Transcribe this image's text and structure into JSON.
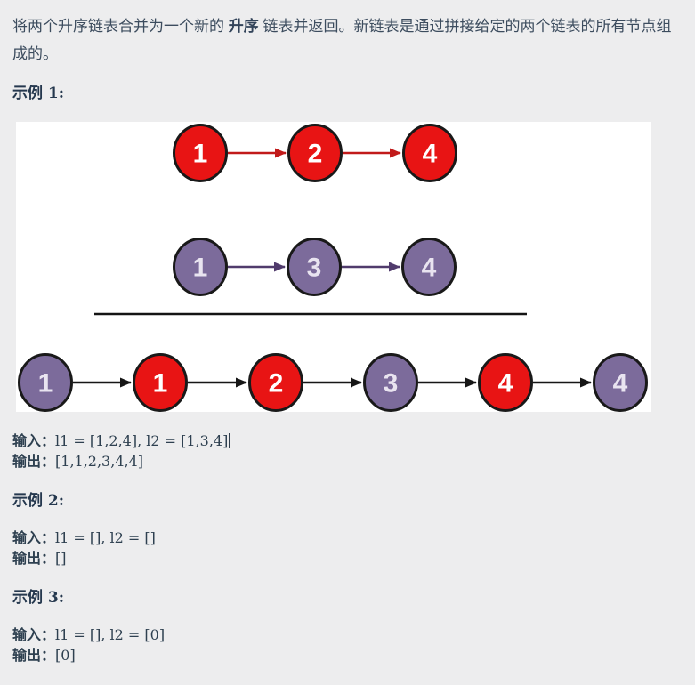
{
  "description": {
    "prefix": "将两个升序链表合并为一个新的 ",
    "bold": "升序",
    "suffix": " 链表并返回。新链表是通过拼接给定的两个链表的所有节点组成的。"
  },
  "examples": [
    {
      "heading": "示例 1:",
      "input_label": "输入：",
      "input": "l1 = [1,2,4], l2 = [1,3,4]",
      "output_label": "输出：",
      "output": "[1,1,2,3,4,4]"
    },
    {
      "heading": "示例 2:",
      "input_label": "输入：",
      "input": "l1 = [], l2 = []",
      "output_label": "输出：",
      "output": "[]"
    },
    {
      "heading": "示例 3:",
      "input_label": "输入：",
      "input": "l1 = [], l2 = [0]",
      "output_label": "输出：",
      "output": "[0]"
    }
  ],
  "figure": {
    "colors": {
      "red": "#e81414",
      "red_arrow": "#c11a1a",
      "purple": "#7c6b9b",
      "purple_arrow": "#503b6c",
      "black_arrow": "#161616",
      "divider": "#141414",
      "node_stroke": "#191919",
      "node_text_red": "#ffffff",
      "node_text_purple": "#e9e4f0"
    },
    "list1": [
      "1",
      "2",
      "4"
    ],
    "list2": [
      "1",
      "3",
      "4"
    ],
    "merged": [
      {
        "v": "1",
        "c": "purple"
      },
      {
        "v": "1",
        "c": "red"
      },
      {
        "v": "2",
        "c": "red"
      },
      {
        "v": "3",
        "c": "purple"
      },
      {
        "v": "4",
        "c": "red"
      },
      {
        "v": "4",
        "c": "purple"
      }
    ]
  }
}
